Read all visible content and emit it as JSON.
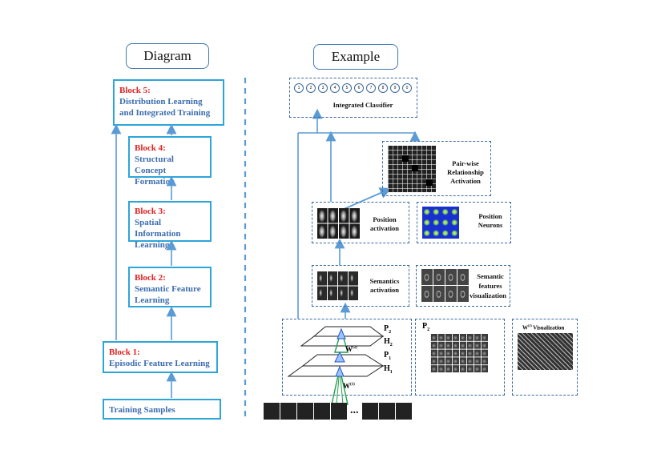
{
  "headers": {
    "left": "Diagram",
    "right": "Example"
  },
  "blocks": [
    {
      "title": "Block 5:",
      "desc": [
        "Distribution Learning",
        "and Integrated Training"
      ]
    },
    {
      "title": "Block 4:",
      "desc": [
        "Structural Concept",
        "Formation"
      ]
    },
    {
      "title": "Block 3:",
      "desc": [
        "Spatial Information",
        "Learning"
      ]
    },
    {
      "title": "Block 2:",
      "desc": [
        "Semantic Feature",
        "Learning"
      ]
    },
    {
      "title": "Block 1:",
      "desc": [
        "Episodic Feature Learning"
      ]
    }
  ],
  "training": "Training Samples",
  "classifier": {
    "digits": [
      "1",
      "2",
      "3",
      "4",
      "5",
      "6",
      "7",
      "8",
      "9",
      "0"
    ],
    "label": "Integrated Classifier"
  },
  "pairwise": [
    "Pair-wise",
    "Relationship",
    "Activation"
  ],
  "position_activation": [
    "Position",
    "activation"
  ],
  "position_neurons": [
    "Position",
    "Neurons"
  ],
  "semantics_activation": [
    "Semantics",
    "activation"
  ],
  "semantic_features": [
    "Semantic",
    "features",
    "visualization"
  ],
  "network": {
    "p2": "P",
    "h2": "H",
    "p1": "P",
    "h1": "H",
    "w2": "W",
    "w1": "W",
    "p2_panel": "P"
  },
  "w_visualization": " Visualization",
  "ellipsis": "...",
  "colors": {
    "block_border": "#2ea5d9",
    "block_title": "#e02020",
    "block_text": "#3b6db0",
    "arrow": "#5b9bd5",
    "dashed": "#3b6aa0"
  }
}
